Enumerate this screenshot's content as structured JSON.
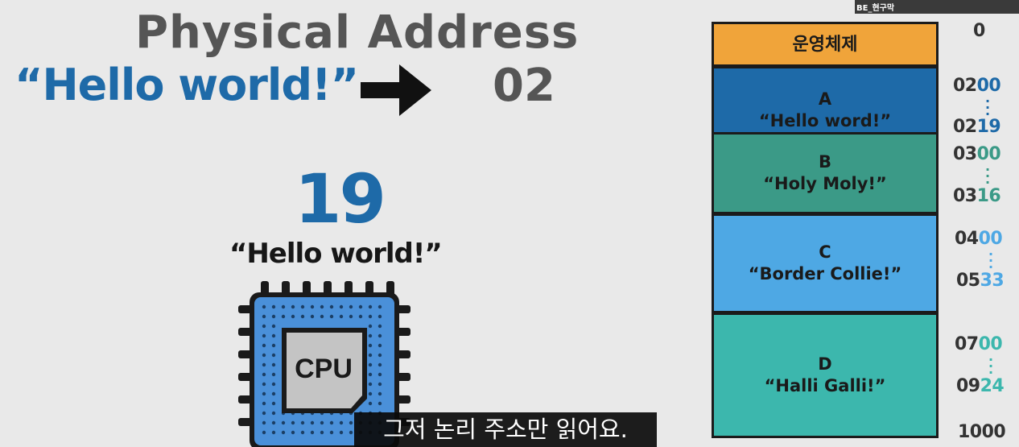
{
  "title": "Physical Address",
  "mapping": {
    "source": "“Hello world!”",
    "physical_value": "02"
  },
  "offset": "19",
  "offset_label": "“Hello world!”",
  "cpu_label": "CPU",
  "memory": {
    "os_label": "운영체제",
    "top_addr": "0",
    "bottom_addr": "1000",
    "blocks": [
      {
        "name": "A",
        "text": "“Hello word!”",
        "start": "02",
        "start_hl": "00",
        "end": "02",
        "end_hl": "19",
        "color": "#1e6aa8",
        "hl_color": "#1e6aa8"
      },
      {
        "name": "B",
        "text": "“Holy Moly!”",
        "start": "03",
        "start_hl": "00",
        "end": "03",
        "end_hl": "16",
        "color": "#3b9a87",
        "hl_color": "#3b9a87"
      },
      {
        "name": "C",
        "text": "“Border Collie!”",
        "start": "04",
        "start_hl": "00",
        "end": "05",
        "end_hl": "33",
        "color": "#4ea8e4",
        "hl_color": "#4ea8e4"
      },
      {
        "name": "D",
        "text": "“Halli Galli!”",
        "start": "07",
        "start_hl": "00",
        "end": "09",
        "end_hl": "24",
        "color": "#3cb7ad",
        "hl_color": "#3cb7ad"
      }
    ]
  },
  "subtitle": "그저 논리 주소만 읽어요.",
  "webcam_label": "BE_현구막"
}
